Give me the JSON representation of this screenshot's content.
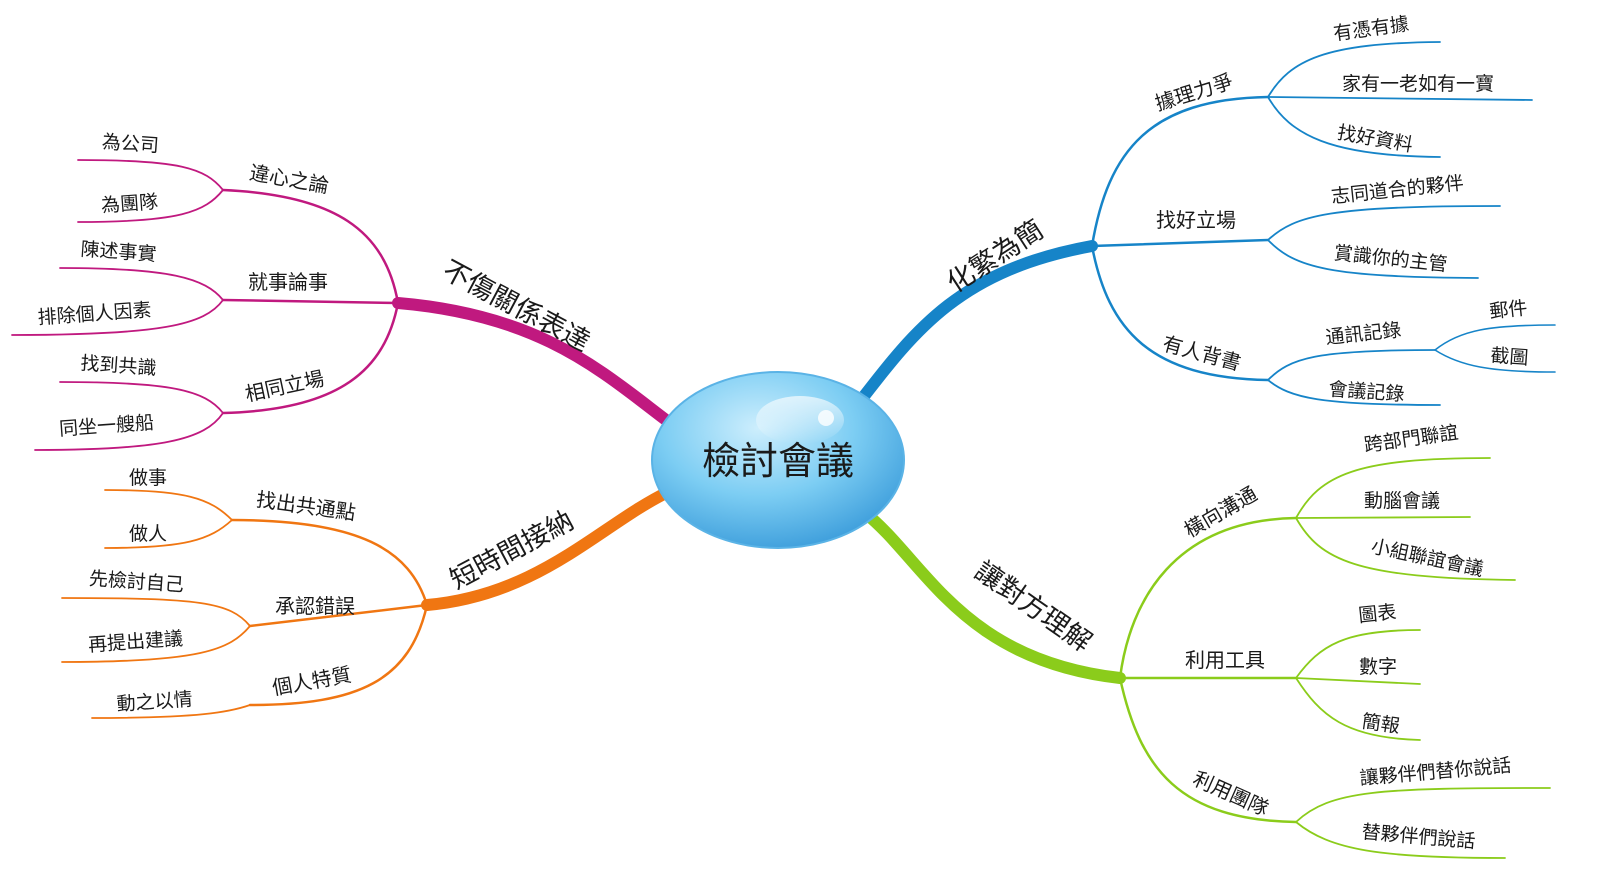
{
  "central_topic": "檢討會議",
  "colors": {
    "pink": "#c0197f",
    "blue": "#1684c8",
    "green": "#8bcc1b",
    "orange": "#f07612",
    "bubble": "#6cc2ef"
  },
  "branches": [
    {
      "label": "化繁為簡",
      "color": "blue",
      "children": [
        {
          "label": "據理力爭",
          "children": [
            {
              "label": "有憑有據"
            },
            {
              "label": "家有一老如有一寶"
            },
            {
              "label": "找好資料"
            }
          ]
        },
        {
          "label": "找好立場",
          "children": [
            {
              "label": "志同道合的夥伴"
            },
            {
              "label": "賞識你的主管"
            }
          ]
        },
        {
          "label": "有人背書",
          "children": [
            {
              "label": "通訊記錄",
              "children": [
                {
                  "label": "郵件"
                },
                {
                  "label": "截圖"
                }
              ]
            },
            {
              "label": "會議記錄"
            }
          ]
        }
      ]
    },
    {
      "label": "讓對方理解",
      "color": "green",
      "children": [
        {
          "label": "橫向溝通",
          "children": [
            {
              "label": "跨部門聯誼"
            },
            {
              "label": "動腦會議"
            },
            {
              "label": "小組聯誼會議"
            }
          ]
        },
        {
          "label": "利用工具",
          "children": [
            {
              "label": "圖表"
            },
            {
              "label": "數字"
            },
            {
              "label": "簡報"
            }
          ]
        },
        {
          "label": "利用團隊",
          "children": [
            {
              "label": "讓夥伴們替你說話"
            },
            {
              "label": "替夥伴們說話"
            }
          ]
        }
      ]
    },
    {
      "label": "不傷關係表達",
      "color": "pink",
      "children": [
        {
          "label": "違心之論",
          "children": [
            {
              "label": "為公司"
            },
            {
              "label": "為團隊"
            }
          ]
        },
        {
          "label": "就事論事",
          "children": [
            {
              "label": "陳述事實"
            },
            {
              "label": "排除個人因素"
            }
          ]
        },
        {
          "label": "相同立場",
          "children": [
            {
              "label": "找到共識"
            },
            {
              "label": "同坐一艘船"
            }
          ]
        }
      ]
    },
    {
      "label": "短時間接納",
      "color": "orange",
      "children": [
        {
          "label": "找出共通點",
          "children": [
            {
              "label": "做事"
            },
            {
              "label": "做人"
            }
          ]
        },
        {
          "label": "承認錯誤",
          "children": [
            {
              "label": "先檢討自己"
            },
            {
              "label": "再提出建議"
            }
          ]
        },
        {
          "label": "個人特質",
          "children": [
            {
              "label": "動之以情"
            }
          ]
        }
      ]
    }
  ]
}
